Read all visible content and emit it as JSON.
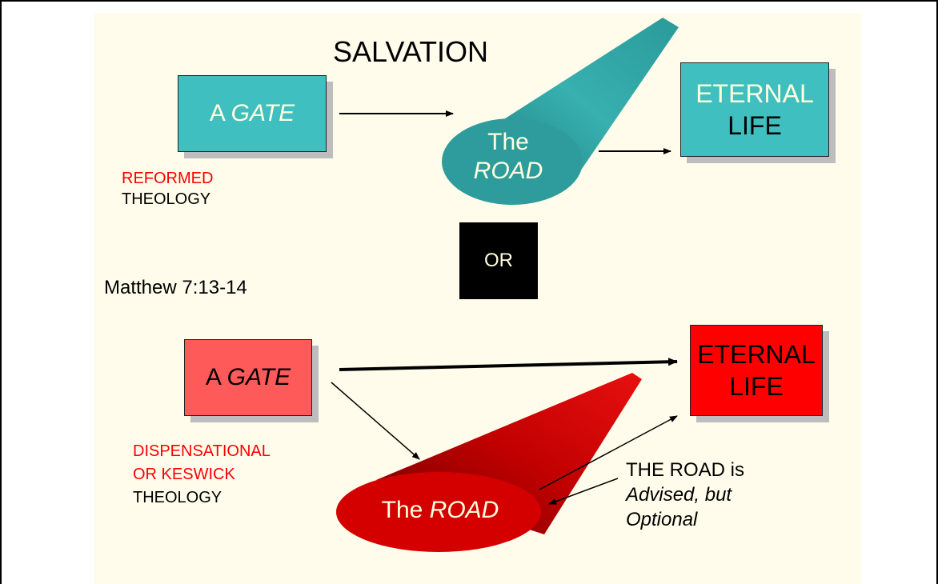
{
  "title": "SALVATION",
  "reformed": {
    "gate_prefix": "A ",
    "gate_word": "GATE",
    "road_line1": "The",
    "road_line2": "ROAD",
    "life_line1": "ETERNAL",
    "life_line2": "LIFE",
    "theology_line1": "REFORMED",
    "theology_line2": "THEOLOGY"
  },
  "or_label": "OR",
  "scripture": "Matthew 7:13-14",
  "dispensational": {
    "gate_prefix": "A ",
    "gate_word": "GATE",
    "road_prefix": "The ",
    "road_word": "ROAD",
    "life_line1": "ETERNAL",
    "life_line2": "LIFE",
    "theology_line1": "DISPENSATIONAL",
    "theology_line2": "OR KESWICK",
    "theology_line3": "THEOLOGY",
    "note_line1": "THE ROAD is",
    "note_line2": "Advised, but",
    "note_line3": "Optional"
  },
  "colors": {
    "teal": "#3FBFBF",
    "salmon": "#FF5A5A",
    "red": "#FF0000",
    "dark_red": "#8B0000",
    "background": "#FFFCEB"
  }
}
